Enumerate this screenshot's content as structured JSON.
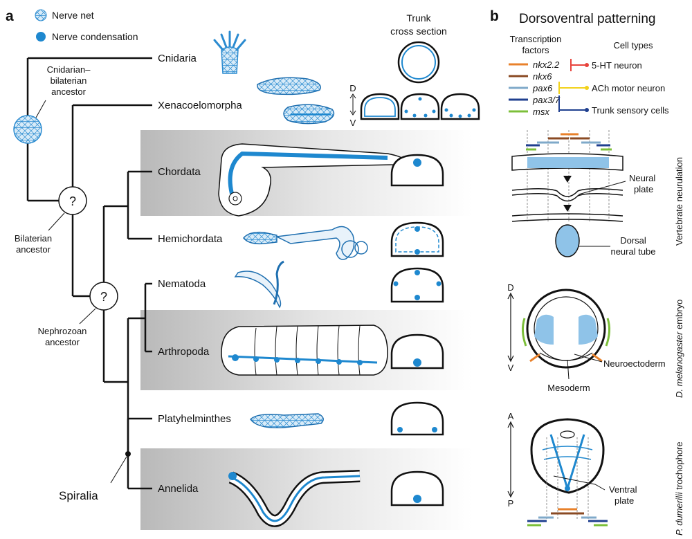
{
  "panel_a": {
    "letter": "a",
    "legend": {
      "net": "Nerve net",
      "condensation": "Nerve condensation"
    },
    "header": {
      "line1": "Trunk",
      "line2": "cross section"
    },
    "dv": {
      "d": "D",
      "v": "V"
    },
    "taxa": [
      "Cnidaria",
      "Xenacoelomorpha",
      "Chordata",
      "Hemichordata",
      "Nematoda",
      "Arthropoda",
      "Platyhelminthes",
      "Annelida"
    ],
    "ancestors": {
      "cnidarian": [
        "Cnidarian–",
        "bilaterian",
        "ancestor"
      ],
      "bilaterian": [
        "Bilaterian",
        "ancestor"
      ],
      "nephrozoan": [
        "Nephrozoan",
        "ancestor"
      ]
    },
    "question_mark": "?",
    "spiralia": "Spiralia"
  },
  "panel_b": {
    "letter": "b",
    "title": "Dorsoventral patterning",
    "tf_header": [
      "Transcription",
      "factors"
    ],
    "cell_header": "Cell types",
    "factors": [
      {
        "name": "nkx2.2",
        "color": "#e8812b"
      },
      {
        "name": "nkx6",
        "color": "#8a4a23"
      },
      {
        "name": "pax6",
        "color": "#7fa9c9"
      },
      {
        "name": "pax3/7",
        "color": "#1f3f8f"
      },
      {
        "name": "msx",
        "color": "#7cbf3a"
      }
    ],
    "cell_types": [
      {
        "name": "5-HT neuron",
        "color": "#e8433c"
      },
      {
        "name": "ACh motor neuron",
        "color": "#f2d21b"
      },
      {
        "name": "Trunk sensory cells",
        "color": "#1f3f8f"
      }
    ],
    "vertebrate": {
      "side": "Vertebrate neurulation",
      "neural_plate": [
        "Neural",
        "plate"
      ],
      "tube": [
        "Dorsal",
        "neural tube"
      ]
    },
    "fly": {
      "side_italic": "D. melanogaster",
      "side_rest": " embryo",
      "d": "D",
      "v": "V",
      "mesoderm": "Mesoderm",
      "neuroectoderm": "Neuroectoderm"
    },
    "platy": {
      "side_italic": "P. dumerilii",
      "side_rest": " trochophore",
      "a": "A",
      "p": "P",
      "ventral": [
        "Ventral",
        "plate"
      ]
    }
  }
}
